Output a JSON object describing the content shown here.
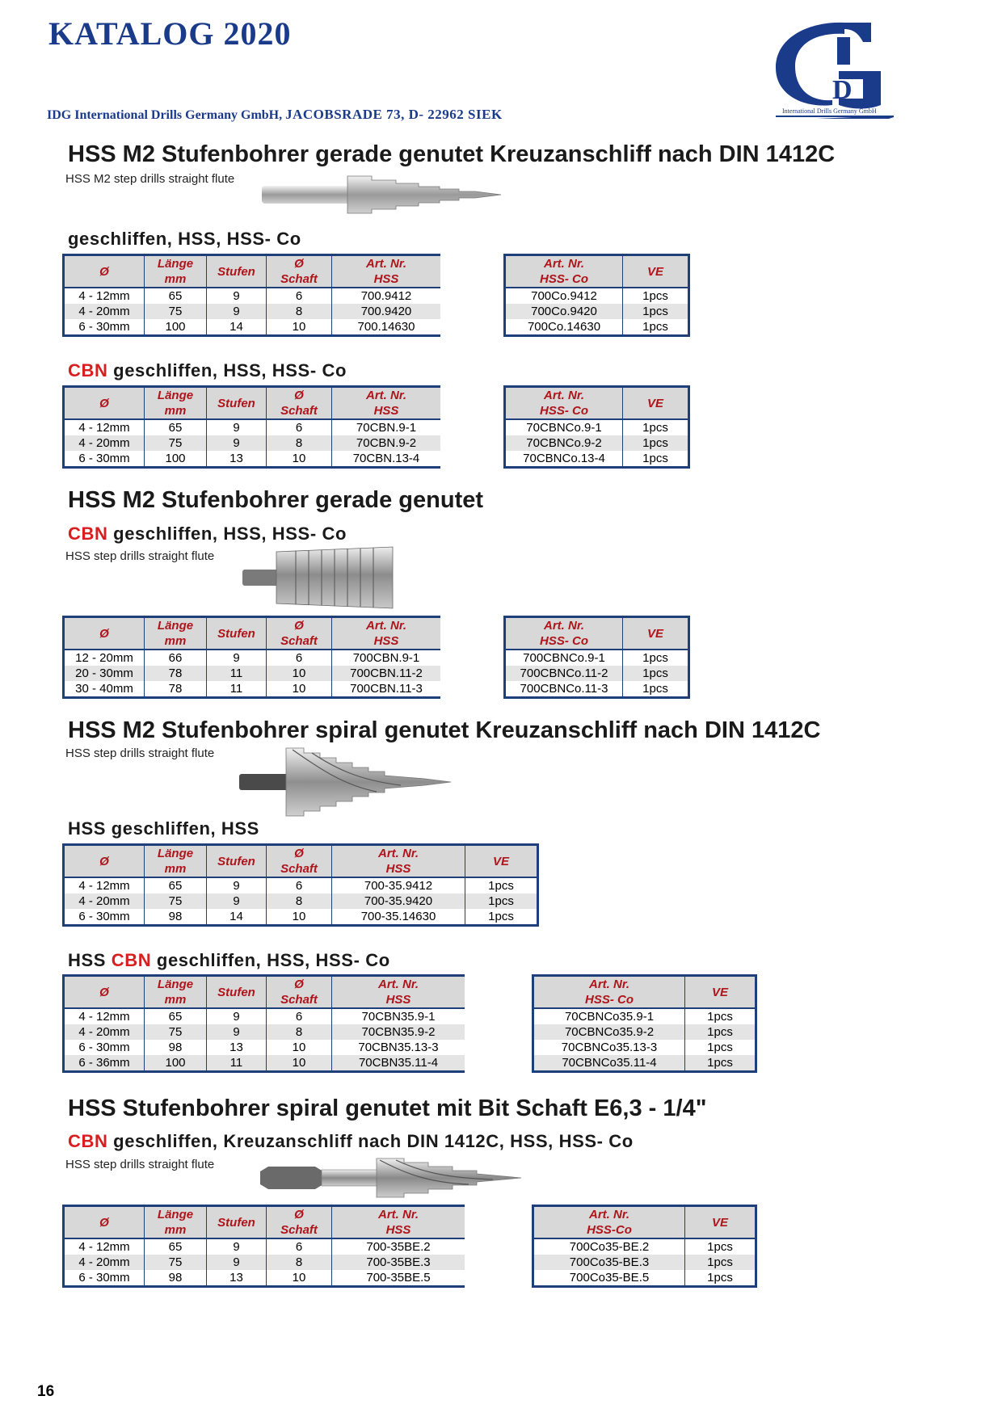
{
  "header": {
    "catalog_title": "KATALOG 2020",
    "company_name": "IDG International Drills Germany GmbH,",
    "company_address": "JACOBSRADE 73, D- 22962 SIEK",
    "logo_letters": "IDG",
    "logo_caption": "International Drills Germany GmbH",
    "brand_color": "#1a3a8a"
  },
  "columns_left": [
    "Ø",
    "Länge mm",
    "Stufen",
    "Ø Schaft",
    "Art. Nr. HSS"
  ],
  "columns_right": [
    "Art. Nr. HSS- Co",
    "VE"
  ],
  "sections": [
    {
      "title": "HSS M2 Stufenbohrer gerade genutet Kreuzanschliff nach DIN 1412C",
      "subtitle": "HSS M2 step drills straight flute",
      "subsections": [
        {
          "heading_prefix": "",
          "heading_text": "geschliffen, HSS, HSS- Co",
          "rows": [
            [
              "4 - 12mm",
              "65",
              "9",
              "6",
              "700.9412"
            ],
            [
              "4 - 20mm",
              "75",
              "9",
              "8",
              "700.9420"
            ],
            [
              "6 - 30mm",
              "100",
              "14",
              "10",
              "700.14630"
            ]
          ],
          "right_rows": [
            [
              "700Co.9412",
              "1pcs"
            ],
            [
              "700Co.9420",
              "1pcs"
            ],
            [
              "700Co.14630",
              "1pcs"
            ]
          ]
        },
        {
          "heading_prefix": "CBN",
          "heading_text": " geschliffen, HSS, HSS- Co",
          "rows": [
            [
              "4 - 12mm",
              "65",
              "9",
              "6",
              "70CBN.9-1"
            ],
            [
              "4 - 20mm",
              "75",
              "9",
              "8",
              "70CBN.9-2"
            ],
            [
              "6 - 30mm",
              "100",
              "13",
              "10",
              "70CBN.13-4"
            ]
          ],
          "right_rows": [
            [
              "70CBNCo.9-1",
              "1pcs"
            ],
            [
              "70CBNCo.9-2",
              "1pcs"
            ],
            [
              "70CBNCo.13-4",
              "1pcs"
            ]
          ]
        }
      ]
    },
    {
      "title": "HSS M2 Stufenbohrer gerade genutet",
      "subtitle": "HSS step drills straight flute",
      "heading_prefix": "CBN",
      "heading_text": " geschliffen, HSS, HSS- Co",
      "rows": [
        [
          "12 - 20mm",
          "66",
          "9",
          "6",
          "700CBN.9-1"
        ],
        [
          "20 - 30mm",
          "78",
          "11",
          "10",
          "700CBN.11-2"
        ],
        [
          "30 - 40mm",
          "78",
          "11",
          "10",
          "700CBN.11-3"
        ]
      ],
      "right_rows": [
        [
          "700CBNCo.9-1",
          "1pcs"
        ],
        [
          "700CBNCo.11-2",
          "1pcs"
        ],
        [
          "700CBNCo.11-3",
          "1pcs"
        ]
      ]
    },
    {
      "title": "HSS M2 Stufenbohrer spiral genutet Kreuzanschliff nach DIN 1412C",
      "subtitle": "HSS step drills straight flute",
      "subsections": [
        {
          "heading_prefix": "",
          "heading_text": "HSS geschliffen, HSS",
          "columns": [
            "Ø",
            "Länge mm",
            "Stufen",
            "Ø Schaft",
            "Art. Nr. HSS",
            "VE"
          ],
          "rows": [
            [
              "4 - 12mm",
              "65",
              "9",
              "6",
              "700-35.9412",
              "1pcs"
            ],
            [
              "4 - 20mm",
              "75",
              "9",
              "8",
              "700-35.9420",
              "1pcs"
            ],
            [
              "6 - 30mm",
              "98",
              "14",
              "10",
              "700-35.14630",
              "1pcs"
            ]
          ]
        },
        {
          "heading_prefix_plain": "HSS ",
          "heading_prefix": "CBN",
          "heading_text": " geschliffen, HSS, HSS- Co",
          "rows": [
            [
              "4 - 12mm",
              "65",
              "9",
              "6",
              "70CBN35.9-1"
            ],
            [
              "4 - 20mm",
              "75",
              "9",
              "8",
              "70CBN35.9-2"
            ],
            [
              "6 - 30mm",
              "98",
              "13",
              "10",
              "70CBN35.13-3"
            ],
            [
              "6 - 36mm",
              "100",
              "11",
              "10",
              "70CBN35.11-4"
            ]
          ],
          "right_rows": [
            [
              "70CBNCo35.9-1",
              "1pcs"
            ],
            [
              "70CBNCo35.9-2",
              "1pcs"
            ],
            [
              "70CBNCo35.13-3",
              "1pcs"
            ],
            [
              "70CBNCo35.11-4",
              "1pcs"
            ]
          ]
        }
      ]
    },
    {
      "title": "HSS Stufenbohrer spiral genutet mit Bit Schaft E6,3 - 1/4\"",
      "heading_prefix": "CBN",
      "heading_text": " geschliffen, Kreuzanschliff nach DIN 1412C, HSS, HSS- Co",
      "subtitle": "HSS step drills straight flute",
      "columns_right": [
        "Art. Nr. HSS-Co",
        "VE"
      ],
      "rows": [
        [
          "4 - 12mm",
          "65",
          "9",
          "6",
          "700-35BE.2"
        ],
        [
          "4 - 20mm",
          "75",
          "9",
          "8",
          "700-35BE.3"
        ],
        [
          "6 - 30mm",
          "98",
          "13",
          "10",
          "700-35BE.5"
        ]
      ],
      "right_rows": [
        [
          "700Co35-BE.2",
          "1pcs"
        ],
        [
          "700Co35-BE.3",
          "1pcs"
        ],
        [
          "700Co35-BE.5",
          "1pcs"
        ]
      ]
    }
  ],
  "page_number": "16",
  "colors": {
    "table_border": "#1e3f7a",
    "header_text": "#b0141b",
    "header_bg": "#d8d8d8",
    "row_alt": "#e4e4e4",
    "accent_red": "#d81e1e"
  },
  "icons": [
    "step-drill-straight-image",
    "step-drill-wide-image",
    "step-drill-spiral-image",
    "step-drill-bit-shank-image",
    "idg-logo"
  ]
}
